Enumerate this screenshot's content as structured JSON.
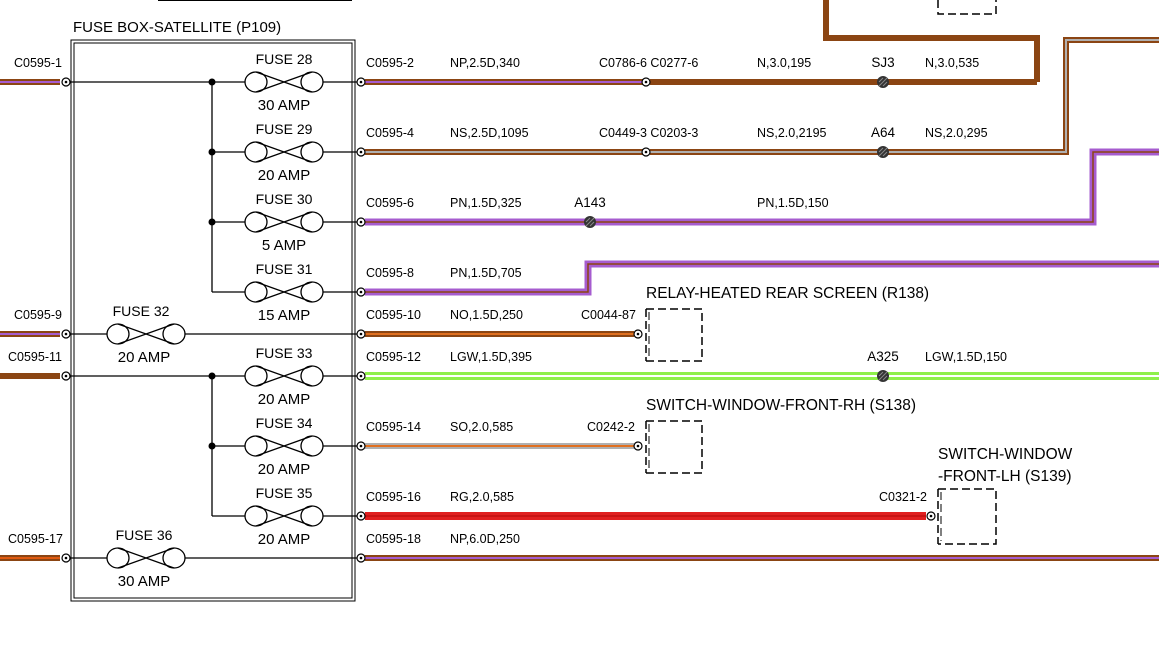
{
  "fuse_box": {
    "title": "FUSE BOX-SATELLITE (P109)",
    "inputs": [
      {
        "pin": "C0595-1",
        "colors": [
          "#8b4513",
          "#a65ccf"
        ]
      },
      {
        "pin": "C0595-9",
        "colors": [
          "#8b4513",
          "#a65ccf"
        ]
      },
      {
        "pin": "C0595-11",
        "colors": [
          "#8b4513",
          "#8b4513"
        ]
      },
      {
        "pin": "C0595-17",
        "colors": [
          "#8b4513",
          "#e05a10"
        ]
      }
    ],
    "fuses": [
      {
        "name": "FUSE 28",
        "rating": "30 AMP"
      },
      {
        "name": "FUSE 29",
        "rating": "20 AMP"
      },
      {
        "name": "FUSE 30",
        "rating": "5 AMP"
      },
      {
        "name": "FUSE 31",
        "rating": "15 AMP"
      },
      {
        "name": "FUSE 32",
        "rating": "20 AMP"
      },
      {
        "name": "FUSE 33",
        "rating": "20 AMP"
      },
      {
        "name": "FUSE 34",
        "rating": "20 AMP"
      },
      {
        "name": "FUSE 35",
        "rating": "20 AMP"
      },
      {
        "name": "FUSE 36",
        "rating": "30 AMP"
      }
    ]
  },
  "circuits": [
    {
      "pin": "C0595-2",
      "spec": "NP,2.5D,340",
      "colors": [
        "#8b4513",
        "#a65ccf"
      ],
      "connector": "C0786-6 C0277-6",
      "spec2": "N,3.0,195",
      "splice": "SJ3",
      "spec3": "N,3.0,535"
    },
    {
      "pin": "C0595-4",
      "spec": "NS,2.5D,1095",
      "colors": [
        "#8b4513",
        "#b0b0b0"
      ],
      "connector": "C0449-3 C0203-3",
      "spec2": "NS,2.0,2195",
      "splice": "A64",
      "spec3": "NS,2.0,295"
    },
    {
      "pin": "C0595-6",
      "spec": "PN,1.5D,325",
      "colors": [
        "#a65ccf",
        "#8b4513"
      ],
      "splice": "A143",
      "spec2": "PN,1.5D,150"
    },
    {
      "pin": "C0595-8",
      "spec": "PN,1.5D,705",
      "colors": [
        "#a65ccf",
        "#8b4513"
      ]
    },
    {
      "pin": "C0595-10",
      "spec": "NO,1.5D,250",
      "colors": [
        "#8b4513",
        "#e07020"
      ],
      "connector": "C0044-87"
    },
    {
      "pin": "C0595-12",
      "spec": "LGW,1.5D,395",
      "colors": [
        "#8ff04a",
        "#ffffff"
      ],
      "splice": "A325",
      "spec2": "LGW,1.5D,150"
    },
    {
      "pin": "C0595-14",
      "spec": "SO,2.0,585",
      "colors": [
        "#b0b0b0",
        "#e07020"
      ],
      "connector": "C0242-2"
    },
    {
      "pin": "C0595-16",
      "spec": "RG,2.0,585",
      "colors": [
        "#e02020",
        "#7ed957"
      ],
      "connector": "C0321-2"
    },
    {
      "pin": "C0595-18",
      "spec": "NP,6.0D,250",
      "colors": [
        "#8b4513",
        "#a65ccf"
      ]
    }
  ],
  "components": {
    "relay": "RELAY-HEATED REAR SCREEN (R138)",
    "switch_rh": "SWITCH-WINDOW-FRONT-RH (S138)",
    "switch_lh_line1": "SWITCH-WINDOW",
    "switch_lh_line2": "-FRONT-LH (S139)"
  }
}
